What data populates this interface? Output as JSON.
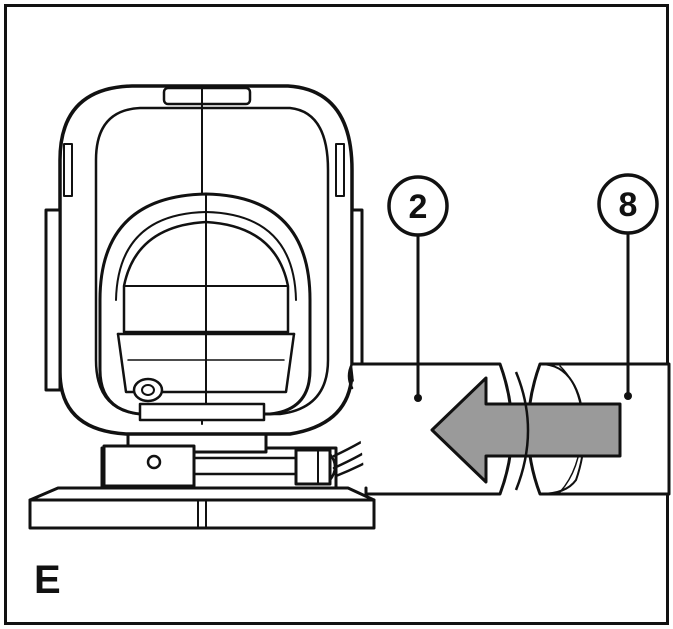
{
  "panel_letter": "E",
  "callouts": [
    {
      "id": "hose",
      "label": "2"
    },
    {
      "id": "insert",
      "label": "8"
    }
  ],
  "colors": {
    "line": "#111111",
    "arrow_fill": "#9a9a9a",
    "background": "#ffffff"
  },
  "icons": {
    "direction": "arrow-left-icon"
  }
}
